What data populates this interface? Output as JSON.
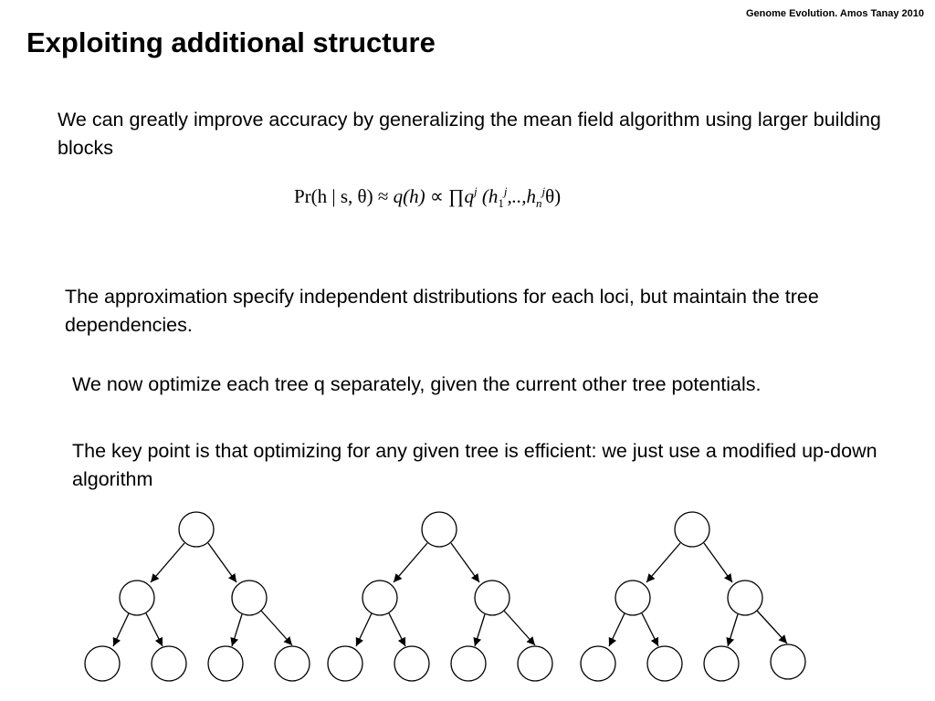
{
  "header": {
    "note": "Genome Evolution. Amos Tanay 2010",
    "title": "Exploiting additional structure"
  },
  "body": {
    "para1": "We can greatly improve accuracy by generalizing the mean field algorithm using larger building blocks",
    "formula": {
      "lhs": "Pr(h | s, ",
      "mid": ") ",
      "q": "q",
      "h_arg": "(h) ",
      "prod_q": "q",
      "j": "j",
      "args_open": "(h",
      "sub1": "1",
      "sep": ",..,h",
      "subn": "n",
      "close": ")"
    },
    "para2": "The approximation specify independent distributions for each loci, but maintain the tree dependencies.",
    "para3": "We now optimize each tree q separately, given the current other tree potentials.",
    "para4": "The key point is that optimizing for any given tree is efficient: we just use a modified up-down algorithm"
  },
  "figure": {
    "trees": [
      "tree-1",
      "tree-2",
      "tree-3"
    ]
  }
}
